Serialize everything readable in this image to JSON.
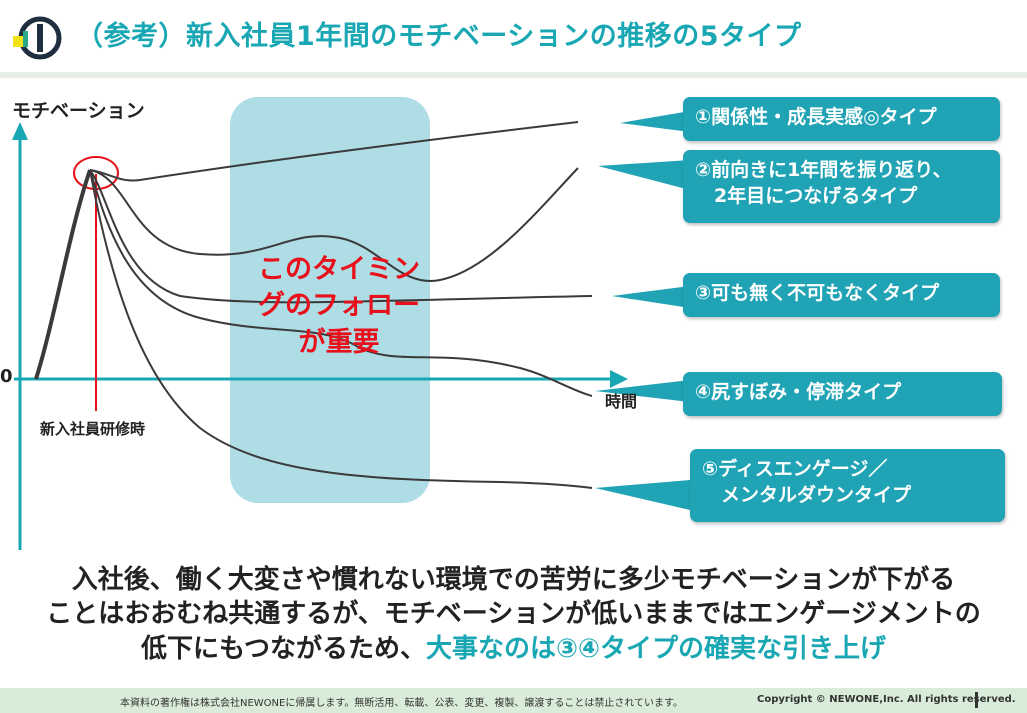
{
  "header": {
    "title": "（参考）新入社員1年間のモチベーションの推移の5タイプ"
  },
  "chart": {
    "y_axis_label": "モチベーション",
    "zero_label": "0",
    "x_axis_label": "時間",
    "training_label": "新入社員研修時",
    "timing_note_lines": [
      "このタイミン",
      "グのフォロー",
      "が重要"
    ]
  },
  "callouts": [
    {
      "lines": [
        "①関係性・成長実感◎タイプ"
      ]
    },
    {
      "lines": [
        "②前向きに1年間を振り返り、",
        "　2年目につなげるタイプ"
      ]
    },
    {
      "lines": [
        "③可も無く不可もなくタイプ"
      ]
    },
    {
      "lines": [
        "④尻すぼみ・停滞タイプ"
      ]
    },
    {
      "lines": [
        "⑤ディスエンゲージ／",
        "　メンタルダウンタイプ"
      ]
    }
  ],
  "summary": {
    "line1": "入社後、働く大変さや慣れない環境での苦労に多少モチベーションが下がる",
    "line2": "ことはおおむね共通するが、モチベーションが低いままではエンゲージメントの",
    "line3_prefix": "低下にもつながるため、",
    "line3_highlight": "大事なのは③④タイプの確実な引き上げ"
  },
  "footer": {
    "notice": "本資料の著作権は株式会社NEWONEに帰属します。無断活用、転載、公表、変更、複製、譲渡することは禁止されています。",
    "copyright": "Copyright © NEWONE,Inc.  All rights reserved."
  },
  "colors": {
    "accent": "#1aa7b4",
    "callout": "#1fa3b5",
    "highlight_zone": "#aedde6",
    "emphasis": "#e8101a",
    "axis": "#1aa7b4",
    "curve": "#3a3a3a"
  }
}
